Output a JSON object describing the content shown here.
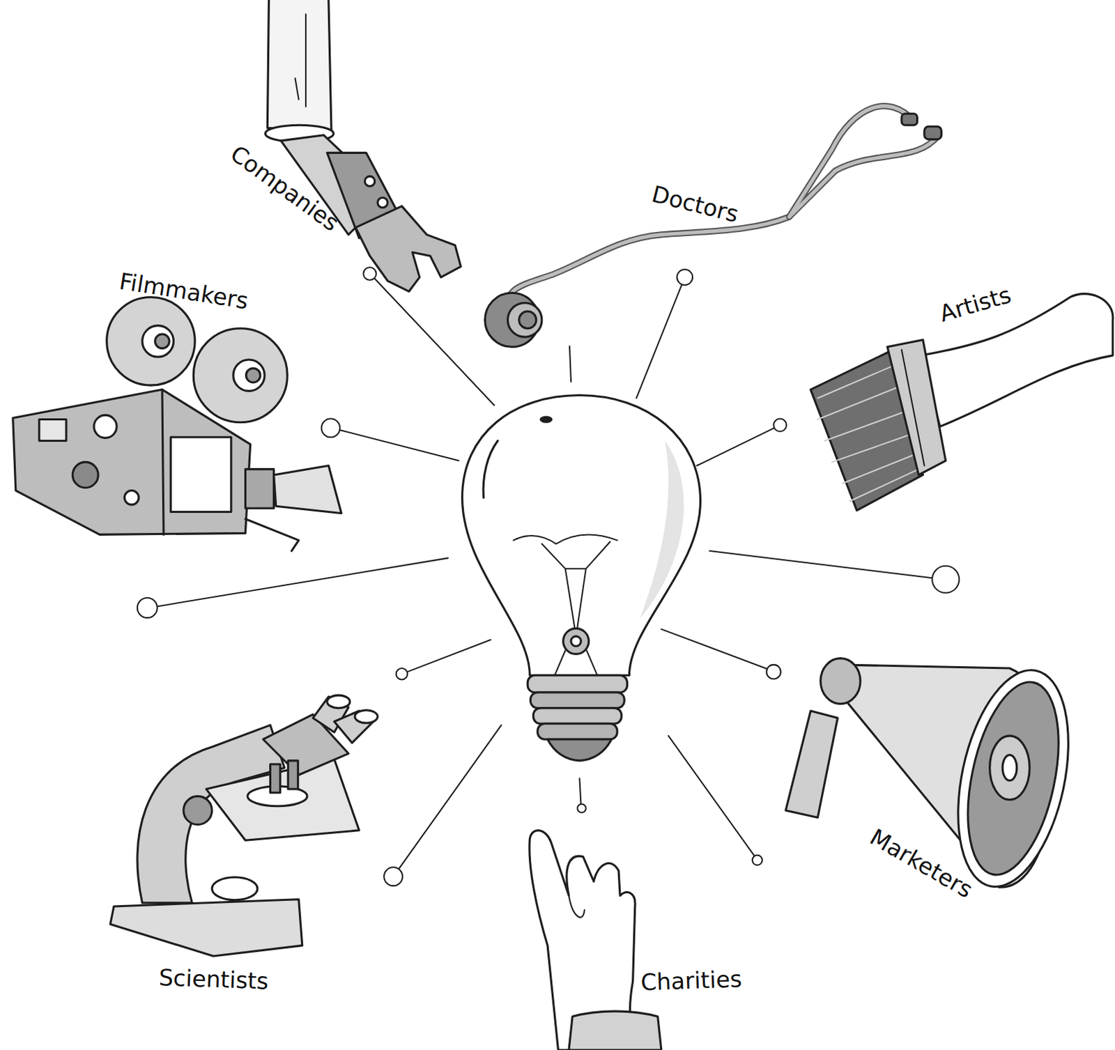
{
  "diagram": {
    "labels": [
      "Companies",
      "Doctors",
      "Filmmakers",
      "Artists",
      "Marketers",
      "Scientists",
      "Charities"
    ]
  }
}
